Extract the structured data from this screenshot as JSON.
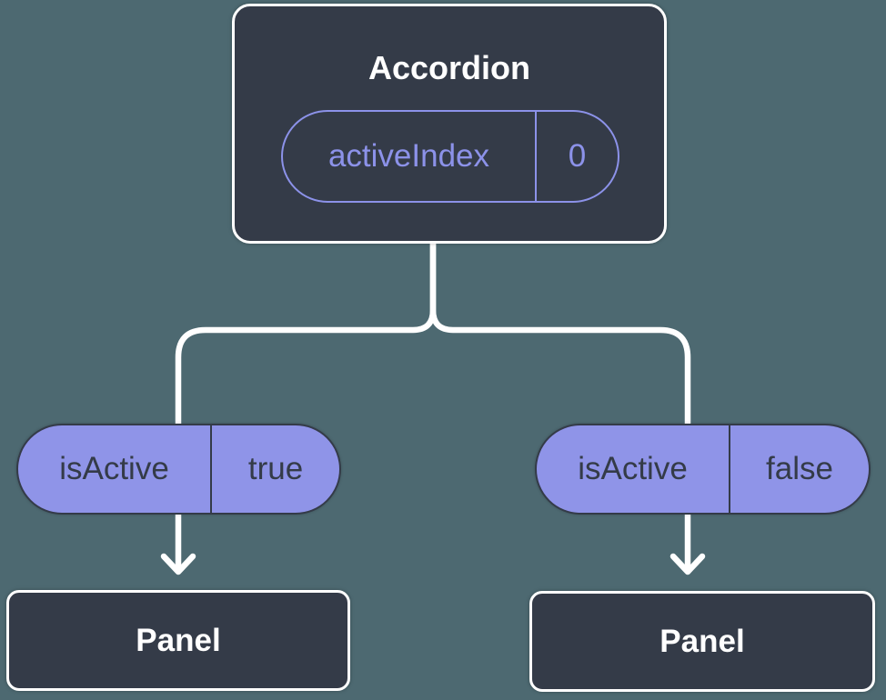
{
  "colors": {
    "bg": "#4d6971",
    "node-fill": "#343b48",
    "node-border": "#ffffff",
    "accent-purple": "#8c92e9",
    "pill-fill": "#8f94e8",
    "pill-border": "#343b48",
    "line": "#ffffff"
  },
  "tree": {
    "root": {
      "title": "Accordion",
      "prop": {
        "name": "activeIndex",
        "value": "0"
      }
    },
    "children": [
      {
        "prop": {
          "name": "isActive",
          "value": "true"
        },
        "panel": {
          "title": "Panel"
        }
      },
      {
        "prop": {
          "name": "isActive",
          "value": "false"
        },
        "panel": {
          "title": "Panel"
        }
      }
    ]
  }
}
